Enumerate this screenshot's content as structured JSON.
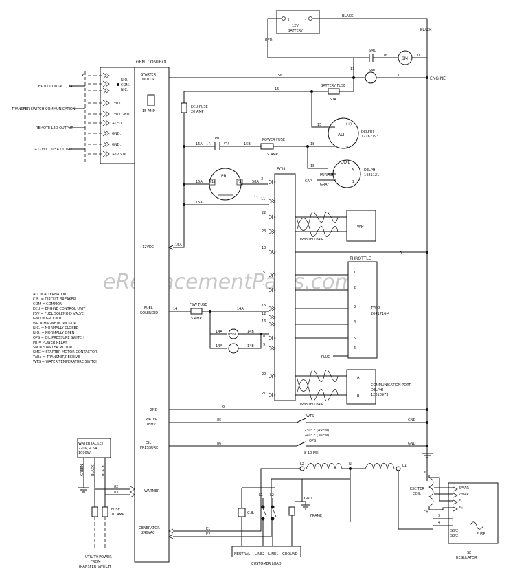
{
  "watermark": "eReplacementParts.com",
  "battery": {
    "plus": "+",
    "minus": "-",
    "label1": "12V",
    "label2": "BATTERY",
    "black_top": "BLACK",
    "black_right": "BLACK",
    "red": "RED"
  },
  "smc": {
    "label1": "SMC",
    "label2": "SMC",
    "w16": "16",
    "w13": "13",
    "w56": "56",
    "w0a": "0",
    "w0b": "0",
    "sm": "SM",
    "engine": "ENGINE"
  },
  "battery_fuse": {
    "label": "BATTERY FUSE",
    "rating": "50A",
    "w15": "15"
  },
  "gen_control": {
    "title": "GEN. CONTROL",
    "starter1": "STARTER",
    "starter2": "MOTOR",
    "fuse_amp": "15 AMP",
    "plus12vdc": "+12VDC",
    "w15a": "15A"
  },
  "left_terminals": [
    {
      "name": "fault",
      "label": "FAULT CONTACT, 3A",
      "pins": [
        "N.O.",
        "COM.",
        "N.C."
      ]
    },
    {
      "name": "transfer",
      "label": "TRANSFER SWITCH COMMUNICATION",
      "pins": [
        "TxRx",
        "TxRx GND."
      ]
    },
    {
      "name": "led",
      "label": "REMOTE LED OUTPUT",
      "pins": [
        "+LED",
        "GND."
      ]
    },
    {
      "name": "power",
      "label": "+12VDC, 0.5A OUTPUT",
      "pins": [
        "GND.",
        "+12 VDC"
      ]
    }
  ],
  "ecu_fuse": {
    "label": "ECU FUSE",
    "rating": "20 AMP"
  },
  "pr_contact": {
    "label": "PR",
    "p1": "(2)",
    "p2": "(5)",
    "w15a": "15A",
    "w15b": "15B"
  },
  "power_fuse": {
    "label": "POWER FUSE",
    "rating": "15 AMP",
    "w18": "18"
  },
  "alternator": {
    "label": "ALT",
    "plus": "(+)",
    "a": "A",
    "w15": "15",
    "delphi": "DELPHI",
    "part": "12162193"
  },
  "coil": {
    "label": "COIL",
    "a": "A",
    "b": "B",
    "w18": "18",
    "purple": "PURPLE",
    "gray": "GRAY",
    "cap": "CAP",
    "delphi": "DELPHI",
    "part": "1481121"
  },
  "relay": {
    "label": "PR",
    "p1": "(1)",
    "p2": "(3)",
    "w15a": "15A",
    "w58a": "58A"
  },
  "ecu": {
    "title": "ECU",
    "pins": [
      "3",
      "11",
      "22",
      "23",
      "10",
      "5",
      "1",
      "15",
      "12",
      "16",
      "8",
      "9",
      "20",
      "21"
    ]
  },
  "wp": {
    "label": "WP",
    "twisted1": "TWISTED PAIR",
    "twisted2": "TWISTED PAIR"
  },
  "wires": {
    "w11": "11",
    "w15a": "15A",
    "w0": "0",
    "w14": "14",
    "w14a1": "14A",
    "w14a2": "14A",
    "w14b1": "14B",
    "w14b2": "14B",
    "w14a3": "14A",
    "w0gnd": "0",
    "w85a": "85",
    "w86": "86",
    "w82": "82",
    "w83": "83",
    "e1": "E1",
    "e2": "E2",
    "gnd1": "GND",
    "gnd2": "GND"
  },
  "throttle": {
    "title": "THROTTLE",
    "name": "TYCO",
    "part": "2041716-4",
    "pins": [
      "1",
      "2",
      "3",
      "4",
      "5",
      "6"
    ],
    "plug": "PLUG"
  },
  "comm_port": {
    "name1": "COMMUNICATION PORT",
    "name2": "DELPHI",
    "name3": "12010973",
    "a": "A",
    "b": "B"
  },
  "fuel": {
    "label1": "FUEL",
    "label2": "SOLENOID",
    "fsw": "FSW FUSE",
    "rating": "5 AMP",
    "fsv": "FSV"
  },
  "legend": [
    "ALT = ALTERNATOR",
    "C.B. = CIRCUIT BREAKER",
    "COM = COMMON",
    "ECU = ENGINE CONTROL UNIT",
    "FSV = FUEL SOLENOID VALVE",
    "GND = GROUND",
    "WP = MAGNETIC PICK-UP",
    "N.C. = NORMALLY CLOSED",
    "N.O. = NORMALLY OPEN",
    "OPS = OIL PRESSURE SWITCH",
    "PR = POWER RELAY",
    "SM = STARTER MOTOR",
    "SMC = STARTER MOTOR CONTACTOR",
    "TxRx = TRANSMIT/RECEIVE",
    "WTS = WATER TEMPERATURE SWITCH"
  ],
  "bottom_left": {
    "gnd": "GND",
    "water1": "WATER",
    "water2": "TEMP",
    "oil1": "OIL",
    "oil2": "PRESSURE",
    "warmer": "WARMER",
    "gen1": "GENERATOR",
    "gen2": "240VAC"
  },
  "wts": {
    "label": "WTS",
    "t1": "230° F (45kW)",
    "t2": "240° F (36kW)",
    "ops": "OPS",
    "psi": "8-10 PSI"
  },
  "water_jacket": {
    "line1": "WATER JACKET",
    "line2": "220V, 4.5A",
    "line3": "1000W",
    "green": "GREEN",
    "black1": "BLACK",
    "black2": "BLACK"
  },
  "fuse10": {
    "label": "FUSE",
    "rating": "10 AMP"
  },
  "utility": {
    "line1": "UTILITY POWER",
    "line2": "FROM",
    "line3": "TRANSFER SWITCH"
  },
  "generator": {
    "l2": "L2",
    "n": "N",
    "l1": "L1",
    "cb": "C.B.",
    "cl1": "L1",
    "cl2": "L2",
    "gnd": "GND",
    "frame": "FRAME",
    "neutral": "NEUTRAL",
    "line2": "LINE2",
    "line1": "LINE1",
    "ground": "GROUND",
    "customer": "CUSTOMER LOAD"
  },
  "exciter": {
    "label1": "EXCITER",
    "label2": "COIL",
    "fminus": "F-",
    "fplus": "F+",
    "sense": [
      "6/VAR",
      "7/VAR",
      "F-",
      "F+"
    ],
    "terms": [
      "3",
      "4"
    ],
    "s1": "S0/2",
    "s2": "S0/2",
    "fuse": "FUSE",
    "reg1": "SE",
    "reg2": "REGULATOR"
  }
}
